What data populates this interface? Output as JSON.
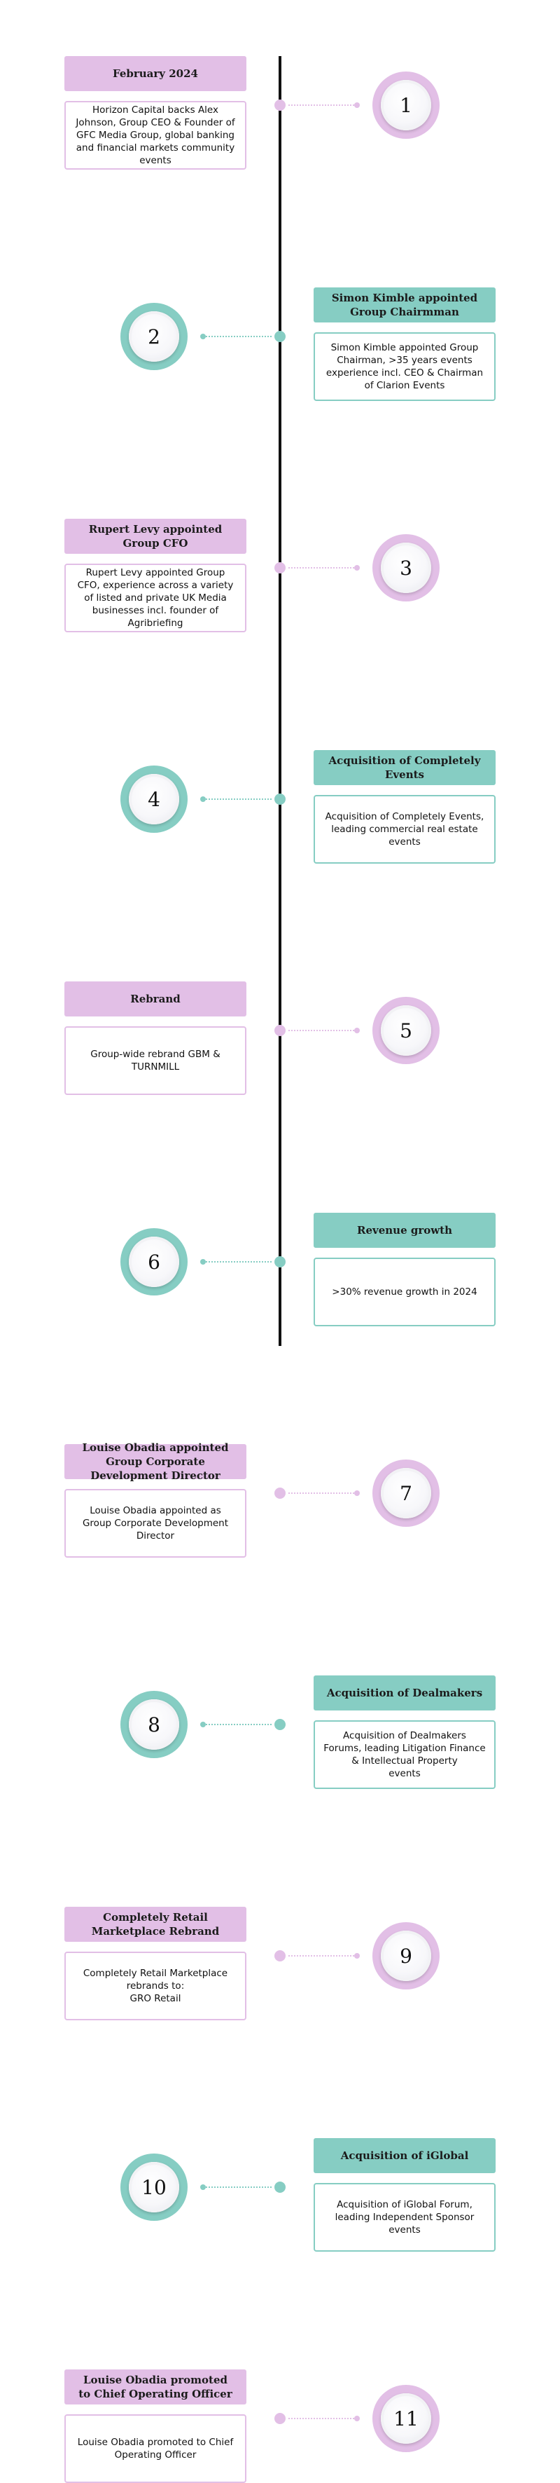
{
  "colors": {
    "pink": "#e2bfe6",
    "teal": "#86cdc3",
    "spine": "#111111"
  },
  "milestones": [
    {
      "number": "1",
      "title": "February 2024",
      "text": "Horizon Capital backs Alex Johnson, Group CEO & Founder of GFC Media Group, global banking and financial markets community events"
    },
    {
      "number": "2",
      "title": "Simon Kimble appointed Group Chairmman",
      "text": "Simon Kimble appointed Group Chairman, >35 years events experience incl. CEO & Chairman of Clarion Events"
    },
    {
      "number": "3",
      "title": "Rupert Levy appointed Group CFO",
      "text": "Rupert Levy appointed Group CFO, experience across a variety of listed and private UK Media businesses incl. founder of Agribriefing"
    },
    {
      "number": "4",
      "title": "Acquisition of Completely Events",
      "text": "Acquisition of Completely Events, leading commercial real estate events"
    },
    {
      "number": "5",
      "title": "Rebrand",
      "text": "Group-wide rebrand GBM & TURNMILL"
    },
    {
      "number": "6",
      "title": "Revenue growth",
      "text": ">30% revenue growth in 2024"
    },
    {
      "number": "7",
      "title": "Louise Obadia appointed Group Corporate Development Director",
      "text": "Louise Obadia appointed as Group Corporate Development Director"
    },
    {
      "number": "8",
      "title": "Acquisition of Dealmakers",
      "text": "Acquisition of Dealmakers Forums, leading Litigation Finance & Intellectual Property\nevents"
    },
    {
      "number": "9",
      "title": "Completely Retail Marketplace Rebrand",
      "text": "Completely Retail Marketplace rebrands to:\nGRO Retail"
    },
    {
      "number": "10",
      "title": "Acquisition of iGlobal",
      "text": "Acquisition of iGlobal Forum, leading Independent Sponsor\nevents"
    },
    {
      "number": "11",
      "title": "Louise Obadia promoted to Chief Operating Officer",
      "text": "Louise Obadia promoted to Chief Operating Officer"
    }
  ]
}
